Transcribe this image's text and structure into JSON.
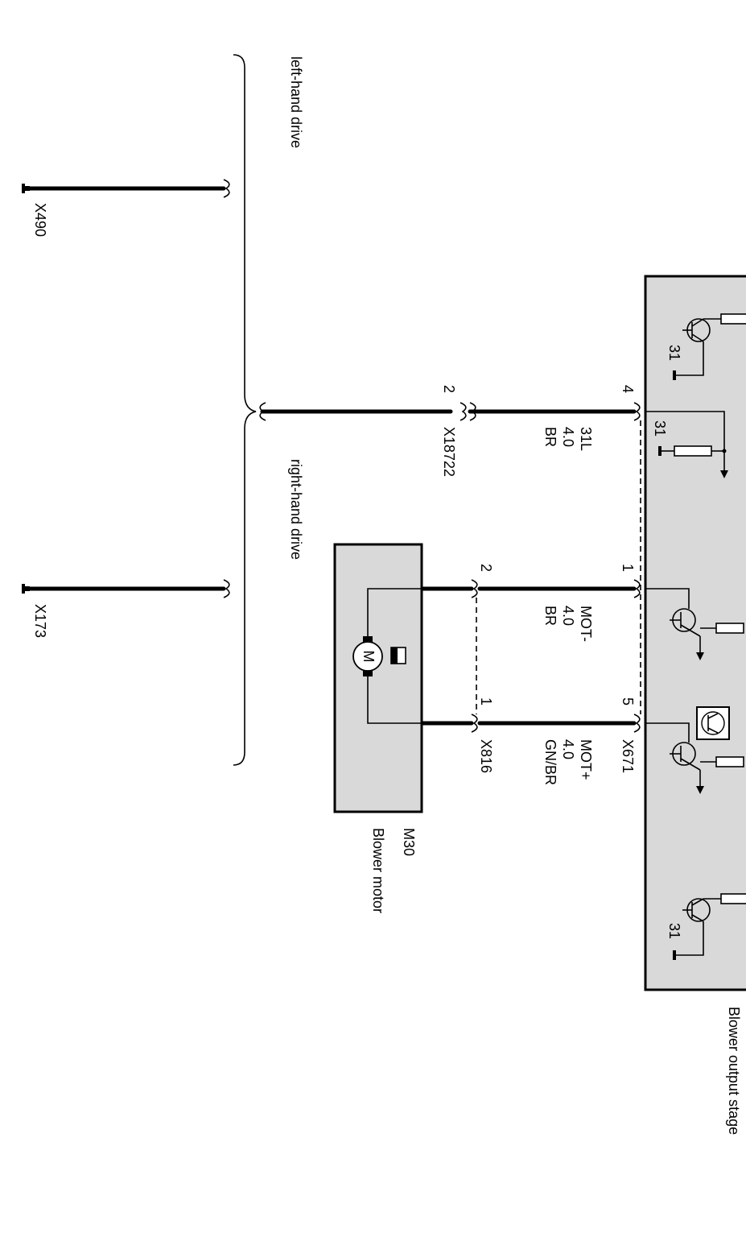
{
  "braces": {
    "lhd_label": "left-hand drive",
    "rhd_label": "right-hand drive"
  },
  "grounds": {
    "x490": "X490",
    "x173": "X173"
  },
  "connector_x18722": {
    "name": "X18722",
    "pin": "2"
  },
  "output_stage": {
    "title": "Blower output stage",
    "connector": "X671",
    "pins": [
      "4",
      "1",
      "5"
    ],
    "ground_labels": [
      "31",
      "31",
      "31"
    ]
  },
  "wires": [
    {
      "signal": "31L",
      "gauge": "4.0",
      "color": "BR"
    },
    {
      "signal": "MOT-",
      "gauge": "4.0",
      "color": "BR"
    },
    {
      "signal": "MOT+",
      "gauge": "4.0",
      "color": "GN/BR"
    }
  ],
  "motor": {
    "id": "M30",
    "title": "Blower motor",
    "connector": "X816",
    "pins": [
      "2",
      "1"
    ],
    "symbol_letter": "M"
  }
}
